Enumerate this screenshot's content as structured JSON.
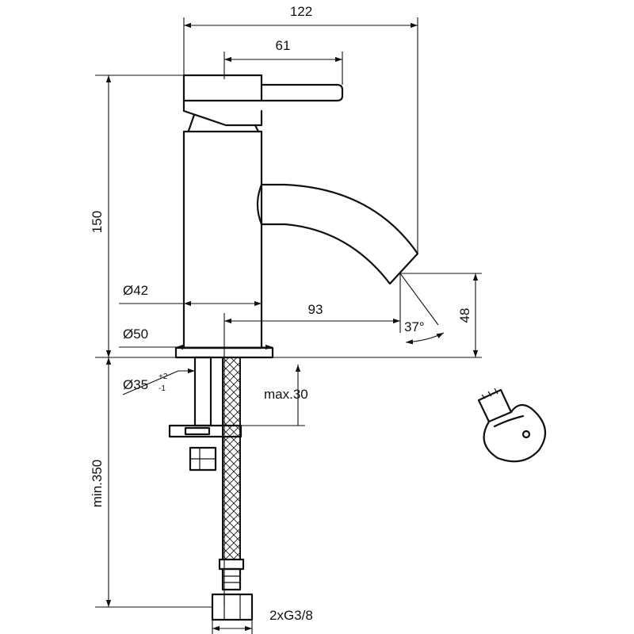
{
  "dimensions": {
    "total_width": "122",
    "handle_reach": "61",
    "body_height": "150",
    "body_diameter": "Ø42",
    "spout_reach": "93",
    "spout_angle": "37°",
    "spout_height": "48",
    "base_diameter": "Ø50",
    "hole_diameter": "Ø35",
    "hole_tol_plus": "+2",
    "hole_tol_minus": "-1",
    "max_thickness": "max.30",
    "hose_length": "min.350",
    "connections": "2xG3/8"
  }
}
